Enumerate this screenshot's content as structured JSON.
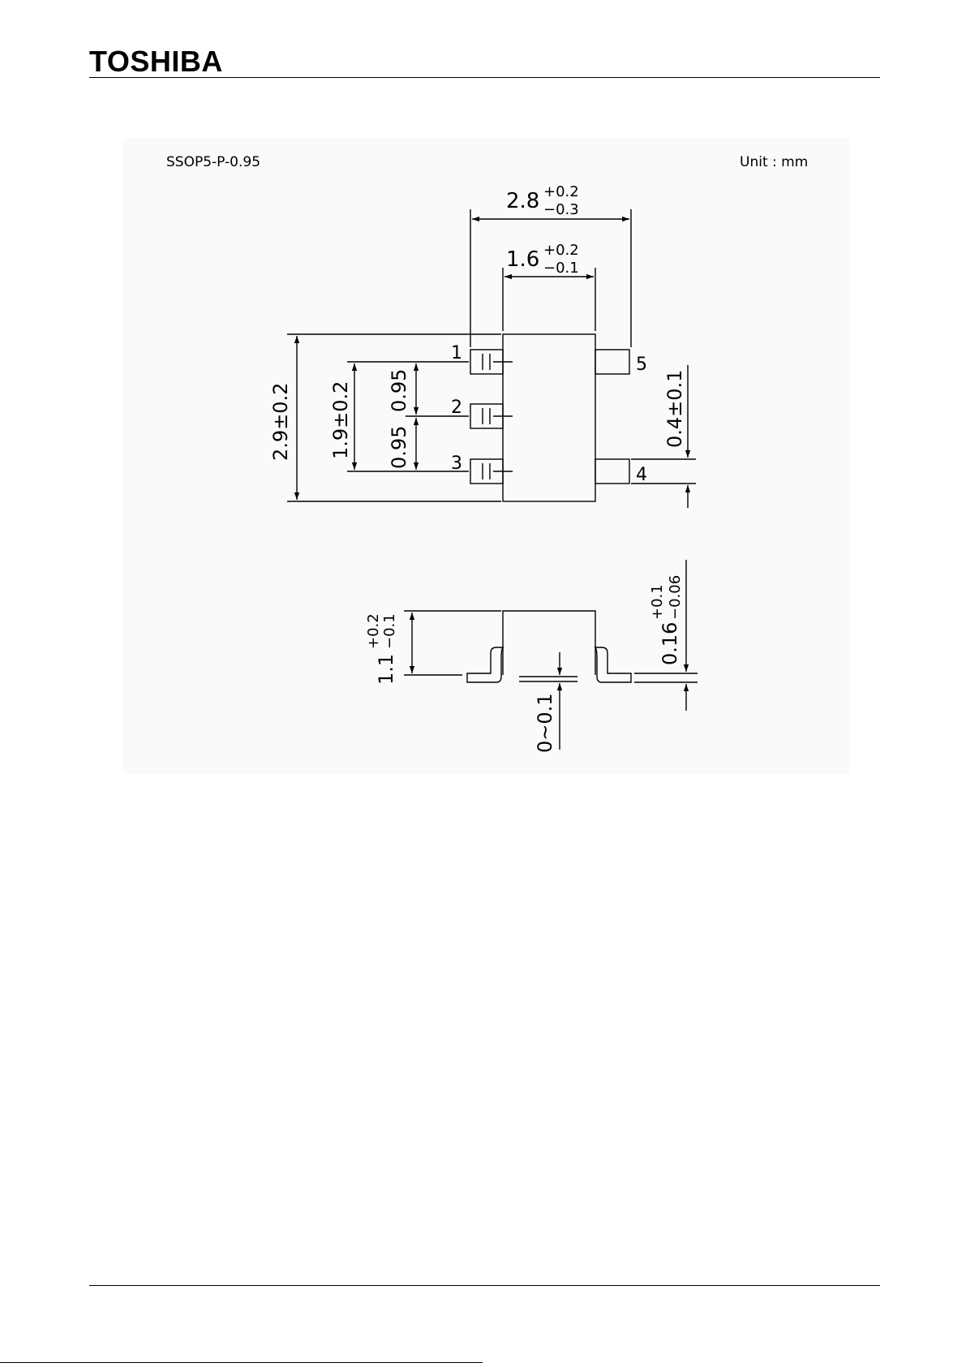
{
  "header": {
    "brand": "TOSHIBA"
  },
  "package": {
    "name": "SSOP5-P-0.95",
    "unit": "Unit : mm"
  },
  "top_view": {
    "pins": [
      "1",
      "2",
      "3",
      "4",
      "5"
    ],
    "dims": {
      "overall_width": {
        "nominal": "2.8",
        "plus": "+0.2",
        "minus": "−0.3"
      },
      "body_width": {
        "nominal": "1.6",
        "plus": "+0.2",
        "minus": "−0.1"
      },
      "overall_length": "2.9±0.2",
      "outer_pitch": "1.9±0.2",
      "pitch_upper": "0.95",
      "pitch_lower": "0.95",
      "lead_width": "0.4±0.1"
    }
  },
  "side_view": {
    "dims": {
      "height": {
        "nominal": "1.1",
        "plus": "+0.2",
        "minus": "−0.1"
      },
      "standoff": "0~0.1",
      "lead_thickness": {
        "nominal": "0.16",
        "plus": "+0.1",
        "minus": "−0.06"
      }
    }
  }
}
